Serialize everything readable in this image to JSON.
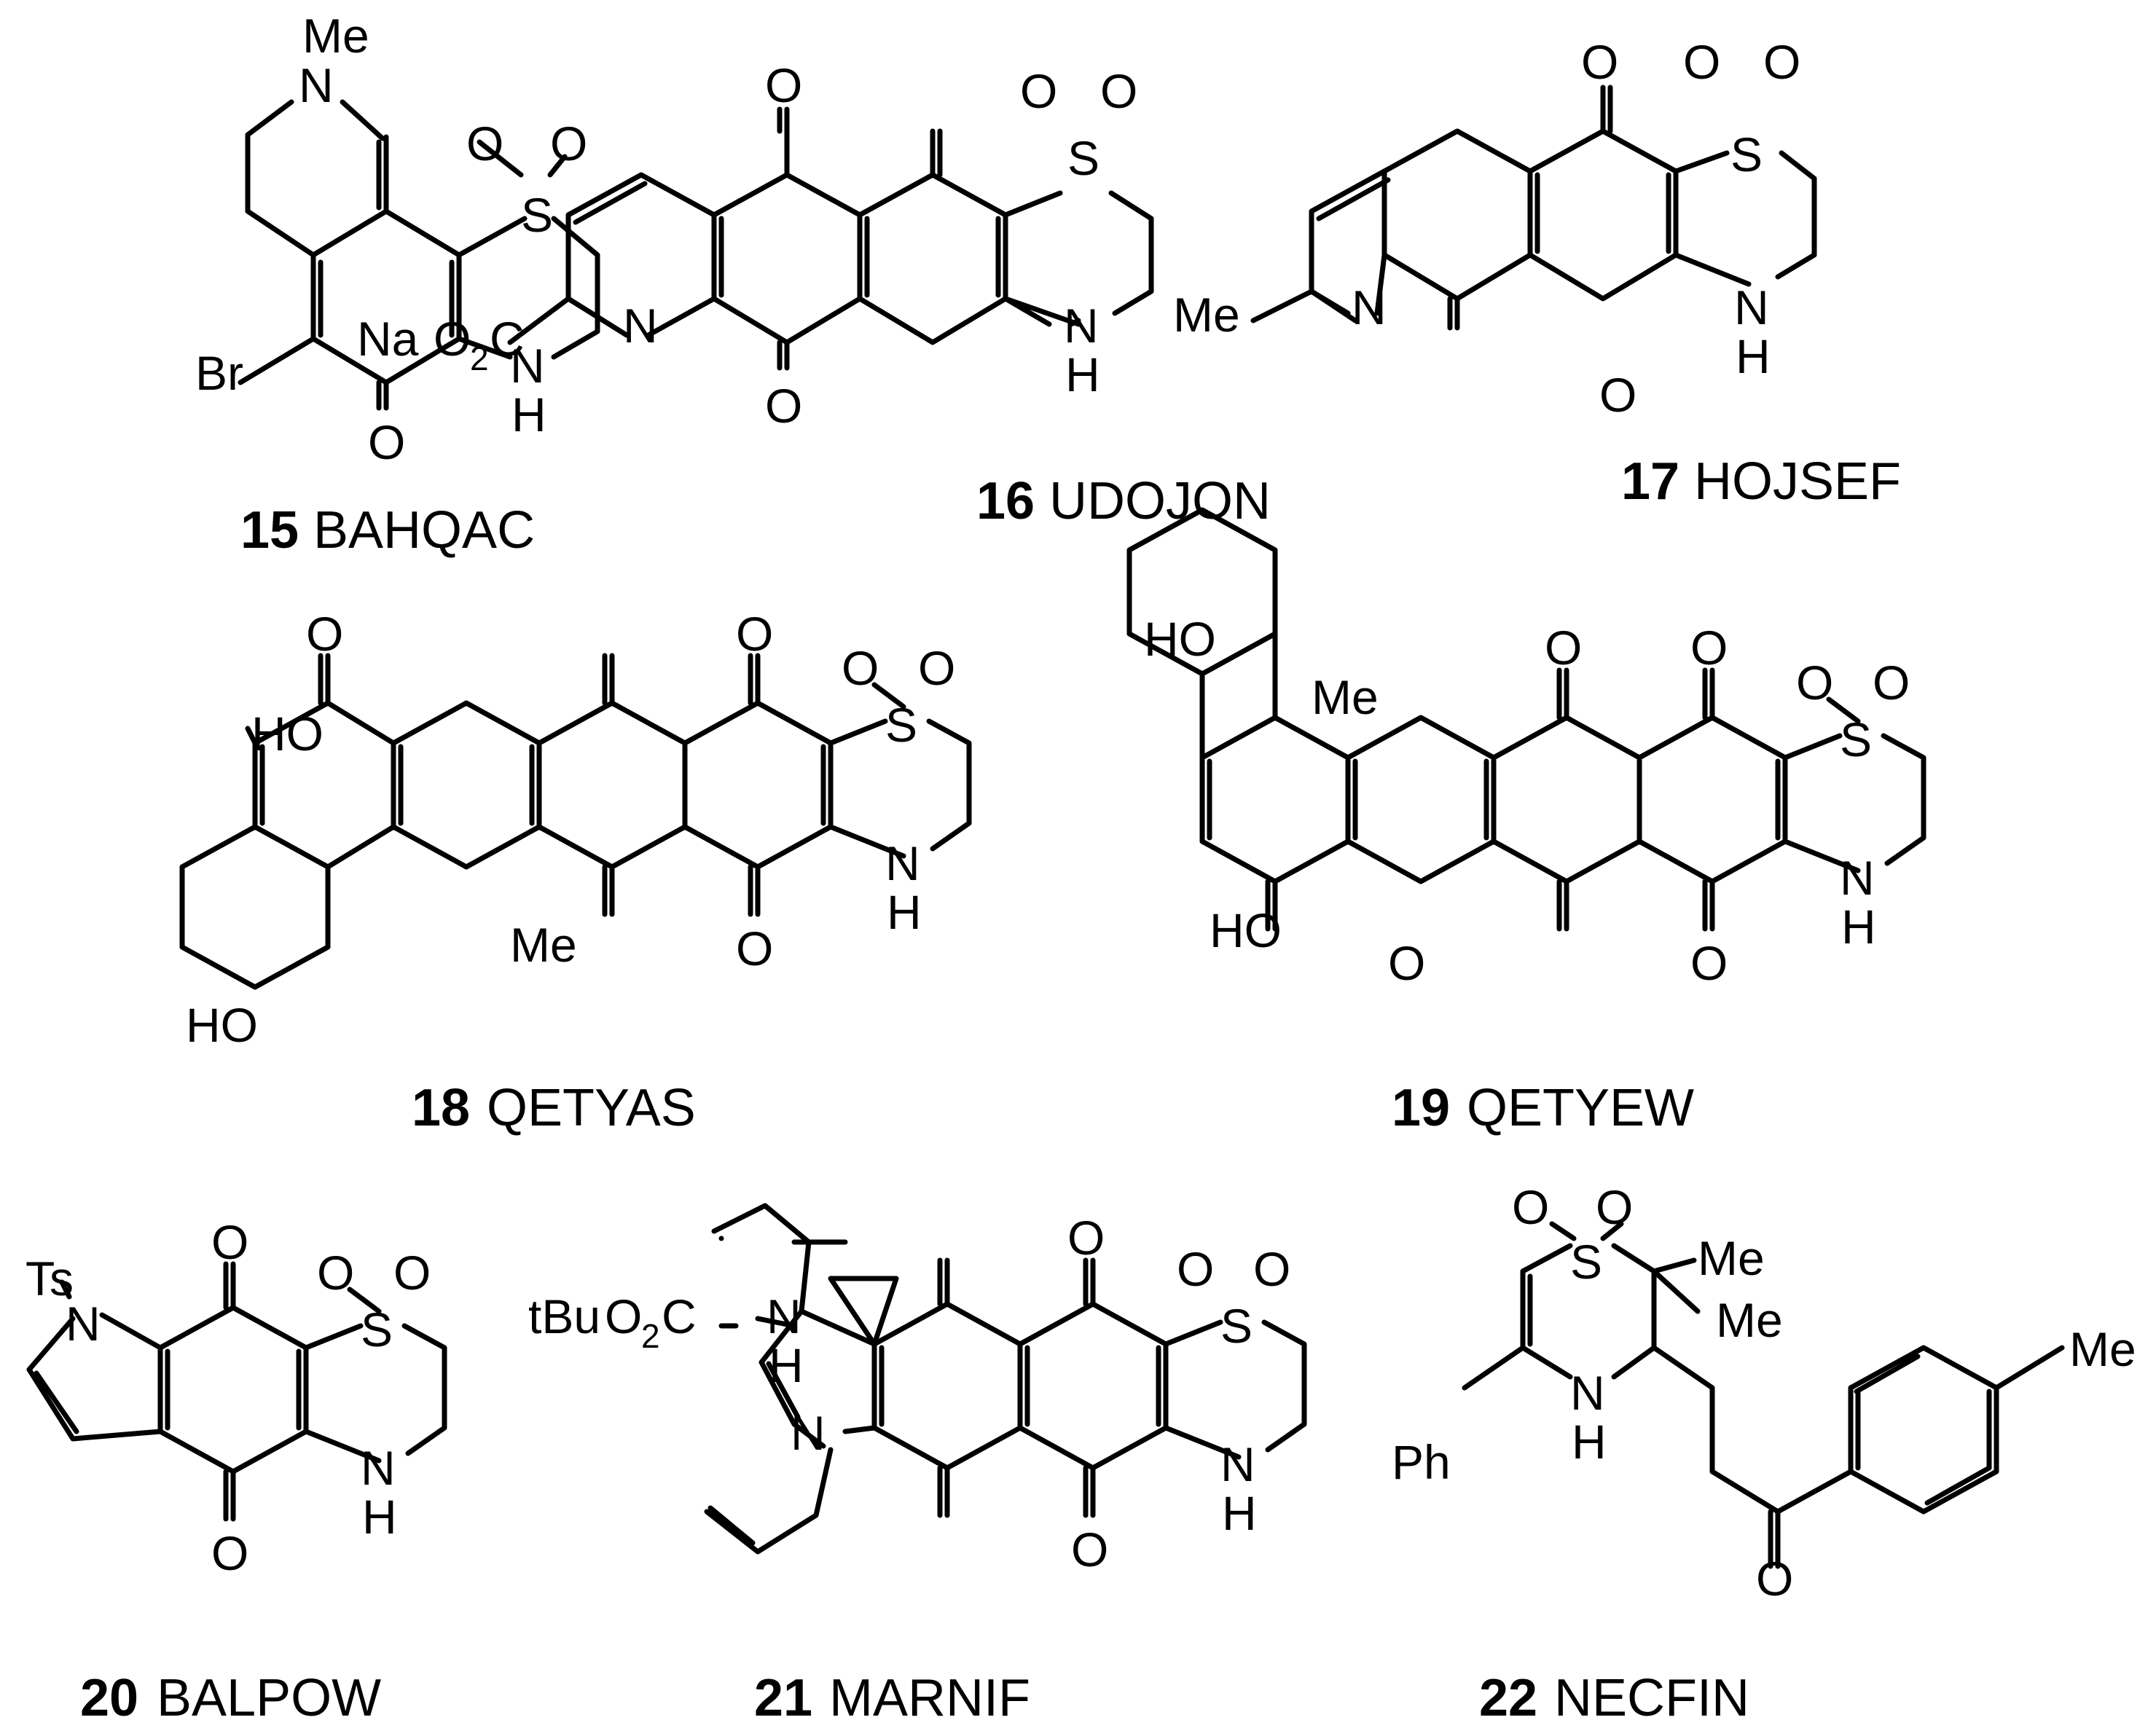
{
  "atoms": {
    "O": "O",
    "S": "S",
    "N": "N",
    "H": "H",
    "Me": "Me",
    "Br": "Br",
    "HO": "HO",
    "Na": "Na",
    "C": "C",
    "two": "2",
    "Ts": "Ts",
    "tBu": "tBu",
    "Ph": "Ph"
  },
  "compounds": [
    {
      "number": "15",
      "code": "BAHQAC"
    },
    {
      "number": "16",
      "code": "UDOJON"
    },
    {
      "number": "17",
      "code": "HOJSEF"
    },
    {
      "number": "18",
      "code": "QETYAS"
    },
    {
      "number": "19",
      "code": "QETYEW"
    },
    {
      "number": "20",
      "code": "BALPOW"
    },
    {
      "number": "21",
      "code": "MARNIF"
    },
    {
      "number": "22",
      "code": "NECFIN"
    }
  ]
}
